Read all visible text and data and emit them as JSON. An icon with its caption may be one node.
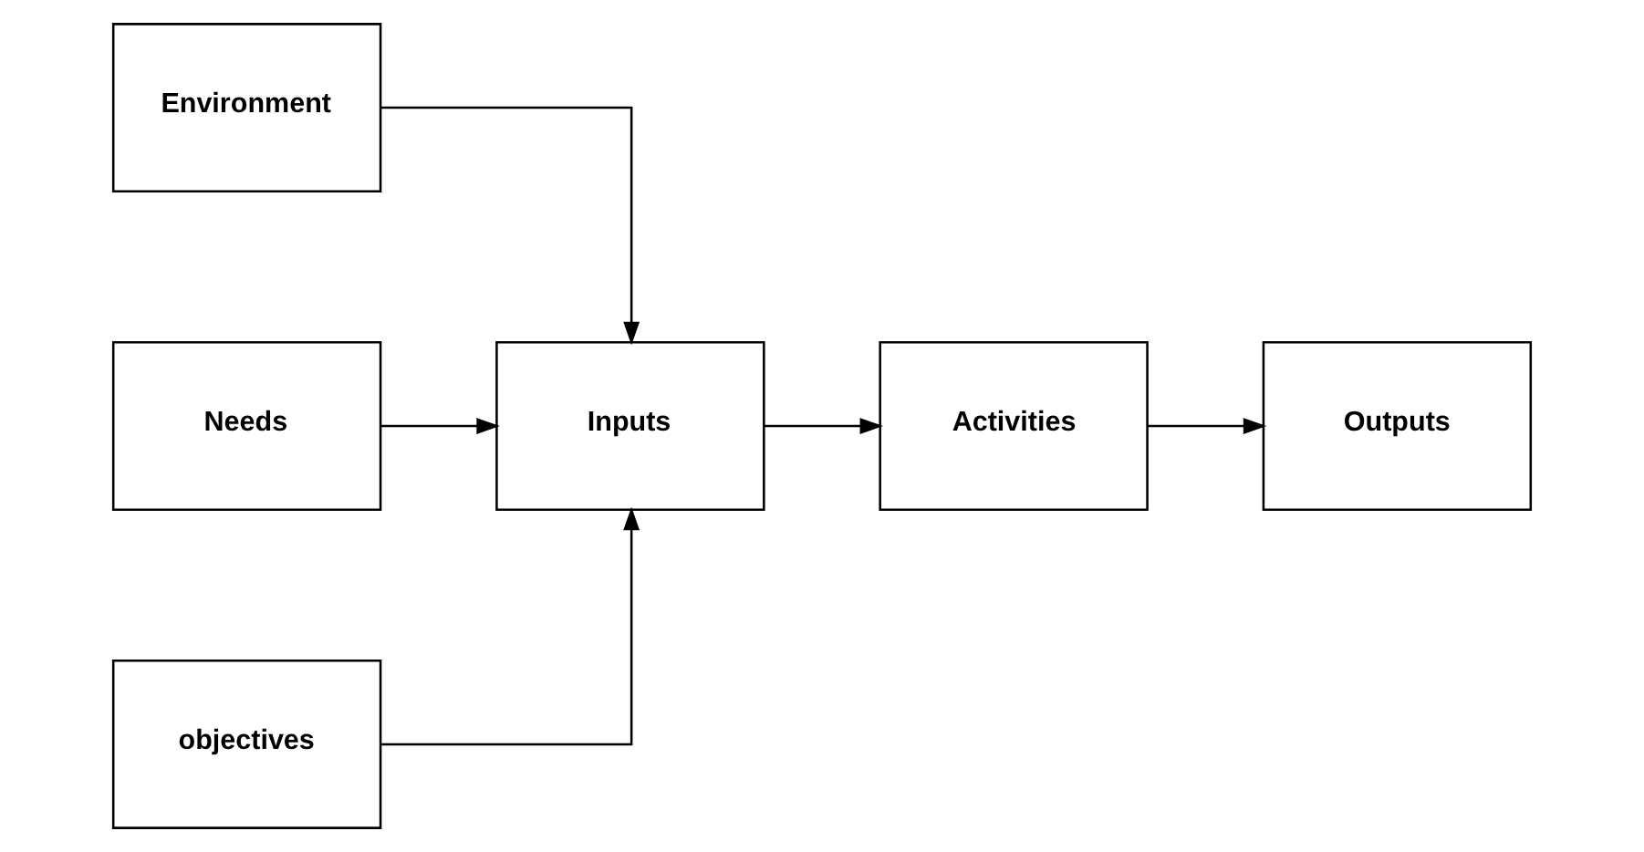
{
  "diagram": {
    "nodes": [
      {
        "text": [
          "Environment"
        ]
      },
      {
        "text": [
          "Needs"
        ]
      },
      {
        "text": [
          "objectives"
        ]
      },
      {
        "text": [
          "Inputs"
        ]
      },
      {
        "text": [
          "Activities"
        ]
      },
      {
        "text": [
          "Outputs"
        ]
      }
    ],
    "edges": [
      {
        "from": 0,
        "to": 3,
        "arrow": "to"
      },
      {
        "from": 1,
        "to": 3,
        "arrow": "to"
      },
      {
        "from": 2,
        "to": 3,
        "arrow": "to"
      },
      {
        "from": 3,
        "to": 4,
        "arrow": "to"
      },
      {
        "from": 4,
        "to": 5,
        "arrow": "to"
      }
    ]
  }
}
